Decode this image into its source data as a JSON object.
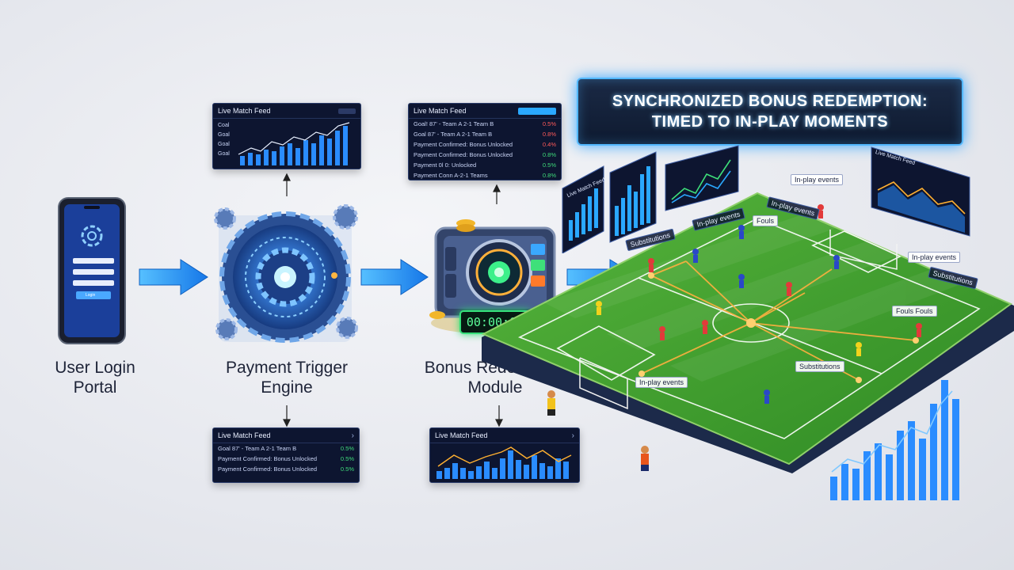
{
  "title": {
    "line1": "SYNCHRONIZED BONUS REDEMPTION:",
    "line2": "TIMED TO IN-PLAY MOMENTS"
  },
  "stages": [
    {
      "line1": "User Login",
      "line2": "Portal"
    },
    {
      "line1": "Payment Trigger",
      "line2": "Engine"
    },
    {
      "line1": "Bonus Redemption",
      "line2": "Module"
    }
  ],
  "feeds": {
    "top_left": {
      "title": "Live Match Feed",
      "labels": [
        "Coal",
        "Goal",
        "Goal",
        "Goal"
      ]
    },
    "top_right": {
      "title": "Live Match Feed",
      "rows": [
        {
          "text": "Goal! 87' - Team A 2-1 Team B",
          "pct": "0.5%",
          "color": "red"
        },
        {
          "text": "Goal 87' - Team A 2-1 Team B",
          "pct": "0.8%",
          "color": "red"
        },
        {
          "text": "Payment Confirmed: Bonus Unlocked",
          "pct": "0.4%",
          "color": "red"
        },
        {
          "text": "Payment Confirmed: Bonus Unlocked",
          "pct": "0.8%",
          "color": "green"
        },
        {
          "text": "Payment 0l  0: Unlocked",
          "pct": "0.5%",
          "color": "green"
        },
        {
          "text": "Payment Conn A-2-1 Teams",
          "pct": "0.8%",
          "color": "green"
        }
      ]
    },
    "bottom_left": {
      "title": "Live Match Feed",
      "rows": [
        {
          "text": "Goal 87' - Team A 2-1 Team B",
          "pct": "0.5%",
          "color": "green"
        },
        {
          "text": "Payment Confirmed: Bonus Unlocked",
          "pct": "0.5%",
          "color": "green"
        },
        {
          "text": "Payment Confirmed: Bonus Unlocked",
          "pct": "0.5%",
          "color": "green"
        }
      ]
    },
    "bottom_right": {
      "title": "Live Match Feed"
    },
    "field_left": {
      "title": "Live Match Feed"
    },
    "field_right": {
      "title": "Live Match Feed"
    }
  },
  "timer": "00:00:05",
  "phone": {
    "button": "Login"
  },
  "field_tags": {
    "inplay_top": "In-play events",
    "fouls": "Fouls",
    "inplay_events_label": "In-play events",
    "inplay_right": "In-play events",
    "substitutions_right": "Substitutions",
    "fouls_fouls": "Fouls Fouls",
    "substitutions_mid": "Substitutions",
    "inplay_bottom": "In-play events",
    "sub_left": "Substitutions"
  },
  "colors": {
    "accent": "#2aa8ff",
    "arrow": "#1e90ff",
    "pitch": "#3f9a2e",
    "panel_bg": "#0d1530"
  }
}
